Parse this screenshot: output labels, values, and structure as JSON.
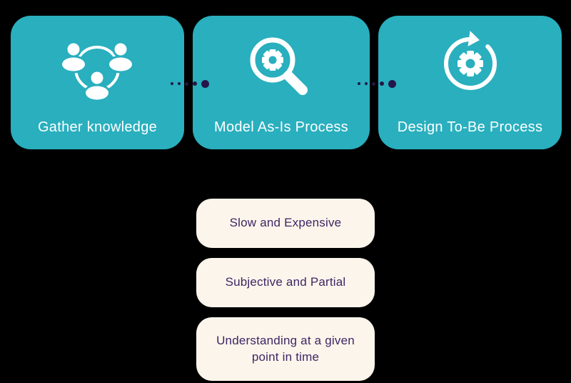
{
  "colors": {
    "background": "#000000",
    "step_box": "#29AFBE",
    "drawback_box": "#FBF5EB",
    "step_text": "#FFFFFF",
    "drawback_text": "#3F2565",
    "connector_dot": "#261548",
    "icon": "#FFFFFF"
  },
  "process_steps": [
    {
      "label": "Gather knowledge",
      "icon": "team-network-icon"
    },
    {
      "label": "Model As-Is Process",
      "icon": "magnifier-gear-icon"
    },
    {
      "label": "Design To-Be Process",
      "icon": "cycle-gear-icon"
    }
  ],
  "connectors": [
    {
      "style": "tapered-dotted-line",
      "dots": 5
    },
    {
      "style": "tapered-dotted-line",
      "dots": 5
    }
  ],
  "drawbacks": [
    {
      "label": "Slow and Expensive"
    },
    {
      "label": "Subjective and Partial"
    },
    {
      "label": "Understanding at a given point in time"
    }
  ]
}
